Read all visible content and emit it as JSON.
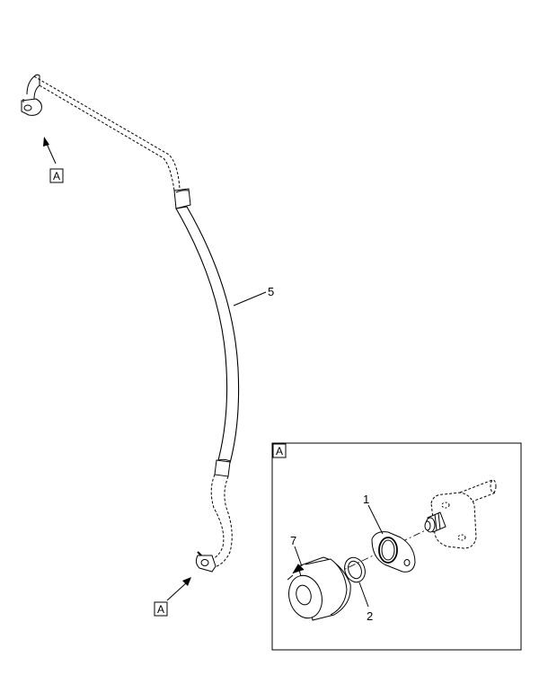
{
  "callouts": {
    "hose": "5",
    "gasket": "1",
    "washer": "2",
    "fitting": "7"
  },
  "view_refs": {
    "upper": "A",
    "lower": "A",
    "detail": "A"
  },
  "colors": {
    "line": "#000000",
    "background": "#ffffff"
  }
}
